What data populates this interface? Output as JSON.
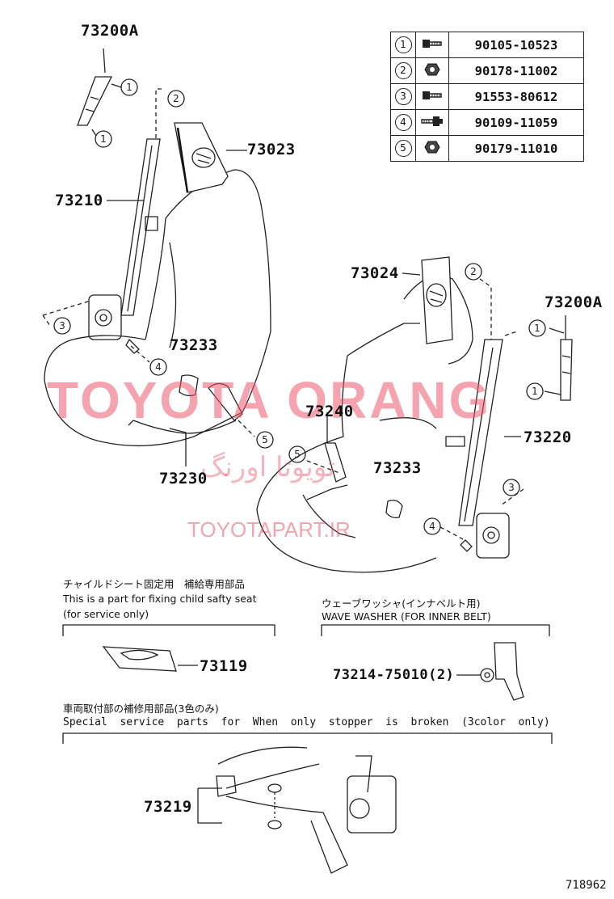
{
  "parts": {
    "p73200a_left": "73200A",
    "p73200a_right": "73200A",
    "p73023": "73023",
    "p73210": "73210",
    "p73024": "73024",
    "p73233_left": "73233",
    "p73233_right": "73233",
    "p73240": "73240",
    "p73230": "73230",
    "p73220": "73220",
    "p73119": "73119",
    "p73214": "73214-75010(2)",
    "p73219": "73219"
  },
  "fastener_table": [
    {
      "num": "1",
      "icon": "bolt-icon",
      "part": "90105-10523"
    },
    {
      "num": "2",
      "icon": "nut-icon",
      "part": "90178-11002"
    },
    {
      "num": "3",
      "icon": "bolt-icon",
      "part": "91553-80612"
    },
    {
      "num": "4",
      "icon": "stud-bolt-icon",
      "part": "90109-11059"
    },
    {
      "num": "5",
      "icon": "nut-icon",
      "part": "90179-11010"
    }
  ],
  "callouts": [
    "1",
    "1",
    "2",
    "3",
    "4",
    "5",
    "2",
    "1",
    "1",
    "3",
    "5",
    "4"
  ],
  "notes": {
    "child_seat_jp": "チャイルドシート固定用　補給専用部品",
    "child_seat_en": "This is a part for fixing child safty seat",
    "child_seat_en2": "(for service only)",
    "washer_jp": "ウェーブワッシャ(インナベルト用)",
    "washer_en": "WAVE WASHER (FOR INNER BELT)",
    "special_jp": "車両取付部の補修用部品(3色のみ)",
    "special_en": "Special  service  parts  for  When  only  stopper  is  broken  (3color  only)"
  },
  "watermark": {
    "main": "TOYOTA ORANG",
    "farsi": "تویوتا اورنگ",
    "url": "TOYOTAPART.IR"
  },
  "diagram_id": "718962"
}
